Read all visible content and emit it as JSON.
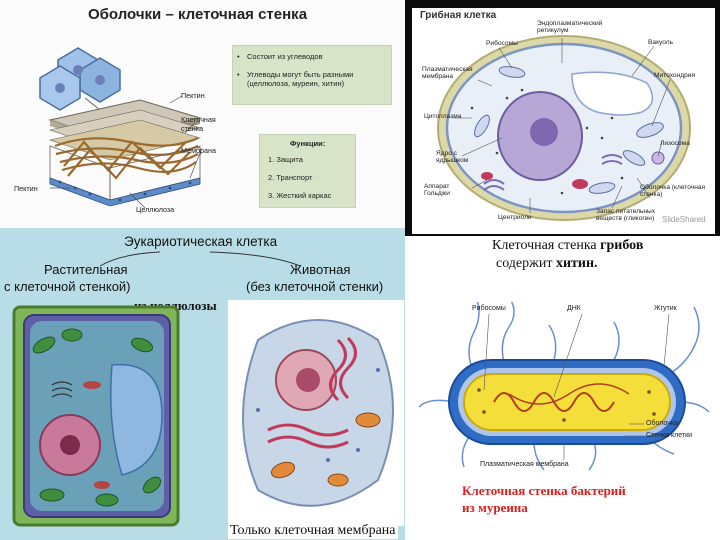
{
  "cell_wall_panel": {
    "title": "Оболочки – клеточная стенка",
    "composition": [
      "Состоит из углеводов",
      "Углеводы могут быть разными (целлюлоза, муреин, хитин)"
    ],
    "functions_title": "Функции:",
    "functions": [
      "1.  Защита",
      "2.  Транспорт",
      "3.  Жесткий каркас"
    ],
    "labels": {
      "pectin_top": "Пектин",
      "cell_wall": "Клеточная стенка",
      "membrane": "Мембрана",
      "pectin_bottom": "Пектин",
      "cellulose": "Целлюлоза"
    }
  },
  "fungal_cell": {
    "title": "Грибная клетка",
    "labels": {
      "er": "Эндоплазматический ретикулум",
      "ribosomes": "Рибосомы",
      "vacuole": "Вакуоль",
      "plasma_membrane": "Плазматическая мембрана",
      "mitochondria": "Митохондрия",
      "cytoplasm": "Цитоплазма",
      "nucleus": "Ядро с ядрышком",
      "lysosome": "Лизосома",
      "golgi": "Аппарат Гольджи",
      "wall": "Оболочка (клеточная стенка)",
      "centrioles": "Центриоли",
      "glycogen": "Запас питательных веществ (гликоген)",
      "watermark": "SlideShared"
    },
    "caption_line1": "Клеточная стенка ",
    "caption_bold1": "грибов",
    "caption_line2": "содержит ",
    "caption_bold2": "хитин."
  },
  "eukaryotic": {
    "title": "Эукариотическая клетка",
    "plant_line1": "Растительная",
    "plant_line2": "с клеточной стенкой)",
    "animal_line1": "Животная",
    "animal_line2": "(без клеточной стенки)",
    "cellulose_note": "из целлюлозы",
    "membrane_note": "Только клеточная мембрана"
  },
  "bacteria": {
    "labels": {
      "ribosomes": "Рибосомы",
      "dna": "ДНК",
      "flagellum": "Жгутик",
      "capsule": "Оболочка",
      "wall": "Стенка клетки",
      "plasma_membrane": "Плазматическая мембрана"
    },
    "caption_line1": "Клеточная стенка бактерий",
    "caption_line2": "из муреина"
  },
  "colors": {
    "accent_red": "#d92020",
    "mid_panel_bg": "#b9dde6",
    "green_box": "#d8e4c8"
  }
}
